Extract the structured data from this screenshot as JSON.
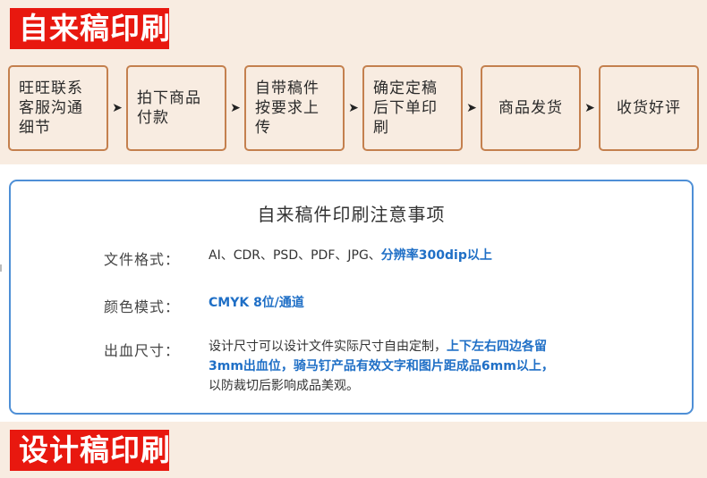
{
  "banners": {
    "top": "自来稿印刷",
    "bottom": "设计稿印刷"
  },
  "steps": [
    {
      "lines": [
        "旺旺联系",
        "客服沟通",
        "细节"
      ]
    },
    {
      "lines": [
        "拍下商品",
        "付款"
      ]
    },
    {
      "lines": [
        "自带稿件",
        "按要求上",
        "传"
      ]
    },
    {
      "lines": [
        "确定定稿",
        "后下单印",
        "刷"
      ]
    },
    {
      "lines": [
        "商品发货"
      ]
    },
    {
      "lines": [
        "收货好评"
      ]
    }
  ],
  "arrow_glyph": "➤",
  "notice": {
    "title": "自来稿件印刷注意事项",
    "file_format": {
      "label": "文件格式：",
      "formats": "AI、CDR、PSD、PDF、JPG、",
      "resolution": "分辨率300dip以上"
    },
    "color_mode": {
      "label": "颜色模式：",
      "value": "CMYK 8位/通道"
    },
    "bleed": {
      "label": "出血尺寸：",
      "line1_plain": "设计尺寸可以设计文件实际尺寸自由定制，",
      "line1_blue": "上下左右四边各留",
      "line2_blue": "3mm出血位，骑马钉产品有效文字和图片距成品6mm以上，",
      "line3_plain": "以防裁切后影响成品美观。"
    }
  },
  "colors": {
    "banner_red": "#e8180f",
    "step_border": "#c4804e",
    "card_border": "#4e8fd6",
    "highlight_blue": "#1f6fc6"
  }
}
